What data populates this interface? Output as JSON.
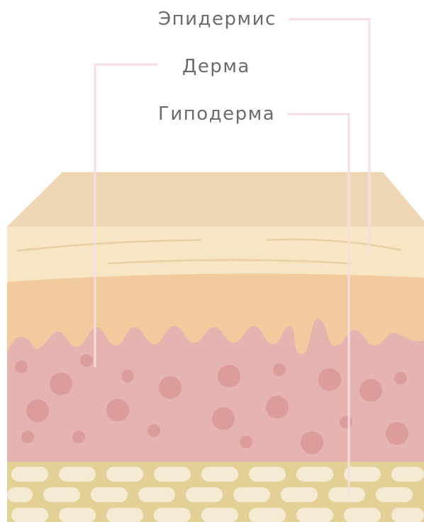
{
  "labels": {
    "epidermis": "Эпидермис",
    "dermis": "Дерма",
    "hypodermis": "Гиподерма"
  },
  "colors": {
    "background": "#ffffff",
    "leader_line": "#f6dde0",
    "label_text": "#6f6a6a",
    "top_face": "#efd6b4",
    "epidermis": "#f8e5c3",
    "epidermis_lines": "#e8cfa2",
    "papillary_band": "#f1cb9d",
    "dermis": "#e5b4b1",
    "dermis_dots": "#dc9c9b",
    "hypodermis": "#e2d095",
    "fat_cells": "#f5ead3"
  }
}
